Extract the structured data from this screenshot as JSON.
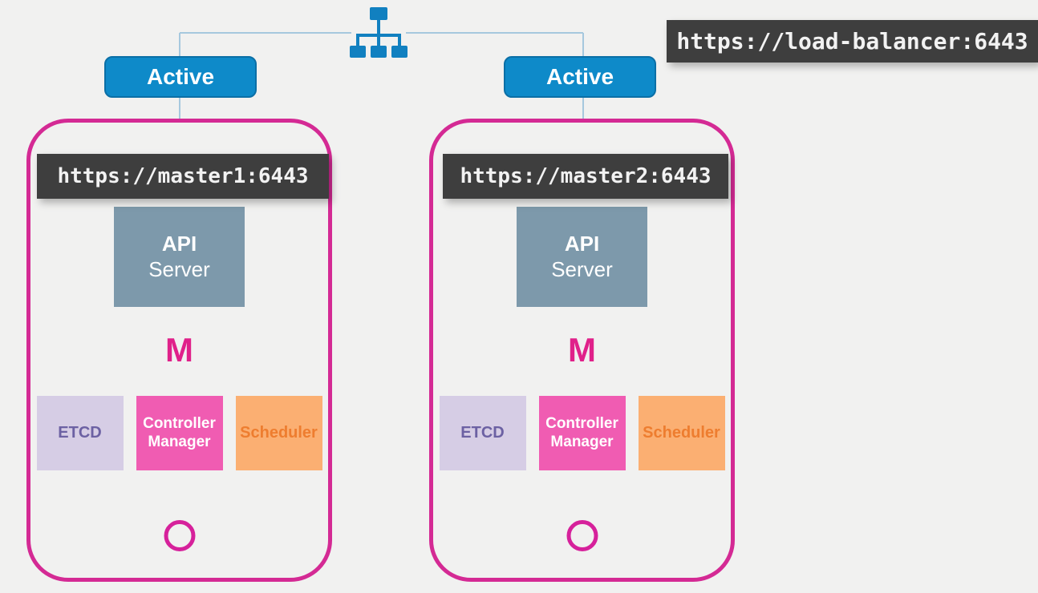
{
  "colors": {
    "background": "#f1f1f0",
    "active_badge_blue": "#0e8ac9",
    "load_balancer_icon_blue": "#1180c0",
    "connector_line_blue": "#a6c8de",
    "master_border_pink": "#d42a94",
    "url_label_background": "#3e3e3e",
    "url_label_text": "#f2f2f2",
    "api_server_slate": "#7d99ab",
    "etcd_lavender": "#d6cde5",
    "etcd_text_purple": "#6c61a3",
    "controller_manager_pink": "#f05cb2",
    "scheduler_orange": "#fbaf72",
    "scheduler_text_orange": "#ee7d2f",
    "m_letter_magenta": "#e0218a"
  },
  "load_balancer": {
    "icon": "network-hierarchy-icon",
    "url_label": "https://load-balancer:6443"
  },
  "masters": [
    {
      "status_label": "Active",
      "url_label": "https://master1:6443",
      "api_server_line1": "API",
      "api_server_line2": "Server",
      "node_letter": "M",
      "components": [
        {
          "name": "etcd",
          "label": "ETCD"
        },
        {
          "name": "controller-manager",
          "label": "Controller Manager"
        },
        {
          "name": "scheduler",
          "label": "Scheduler"
        }
      ]
    },
    {
      "status_label": "Active",
      "url_label": "https://master2:6443",
      "api_server_line1": "API",
      "api_server_line2": "Server",
      "node_letter": "M",
      "components": [
        {
          "name": "etcd",
          "label": "ETCD"
        },
        {
          "name": "controller-manager",
          "label": "Controller Manager"
        },
        {
          "name": "scheduler",
          "label": "Scheduler"
        }
      ]
    }
  ]
}
